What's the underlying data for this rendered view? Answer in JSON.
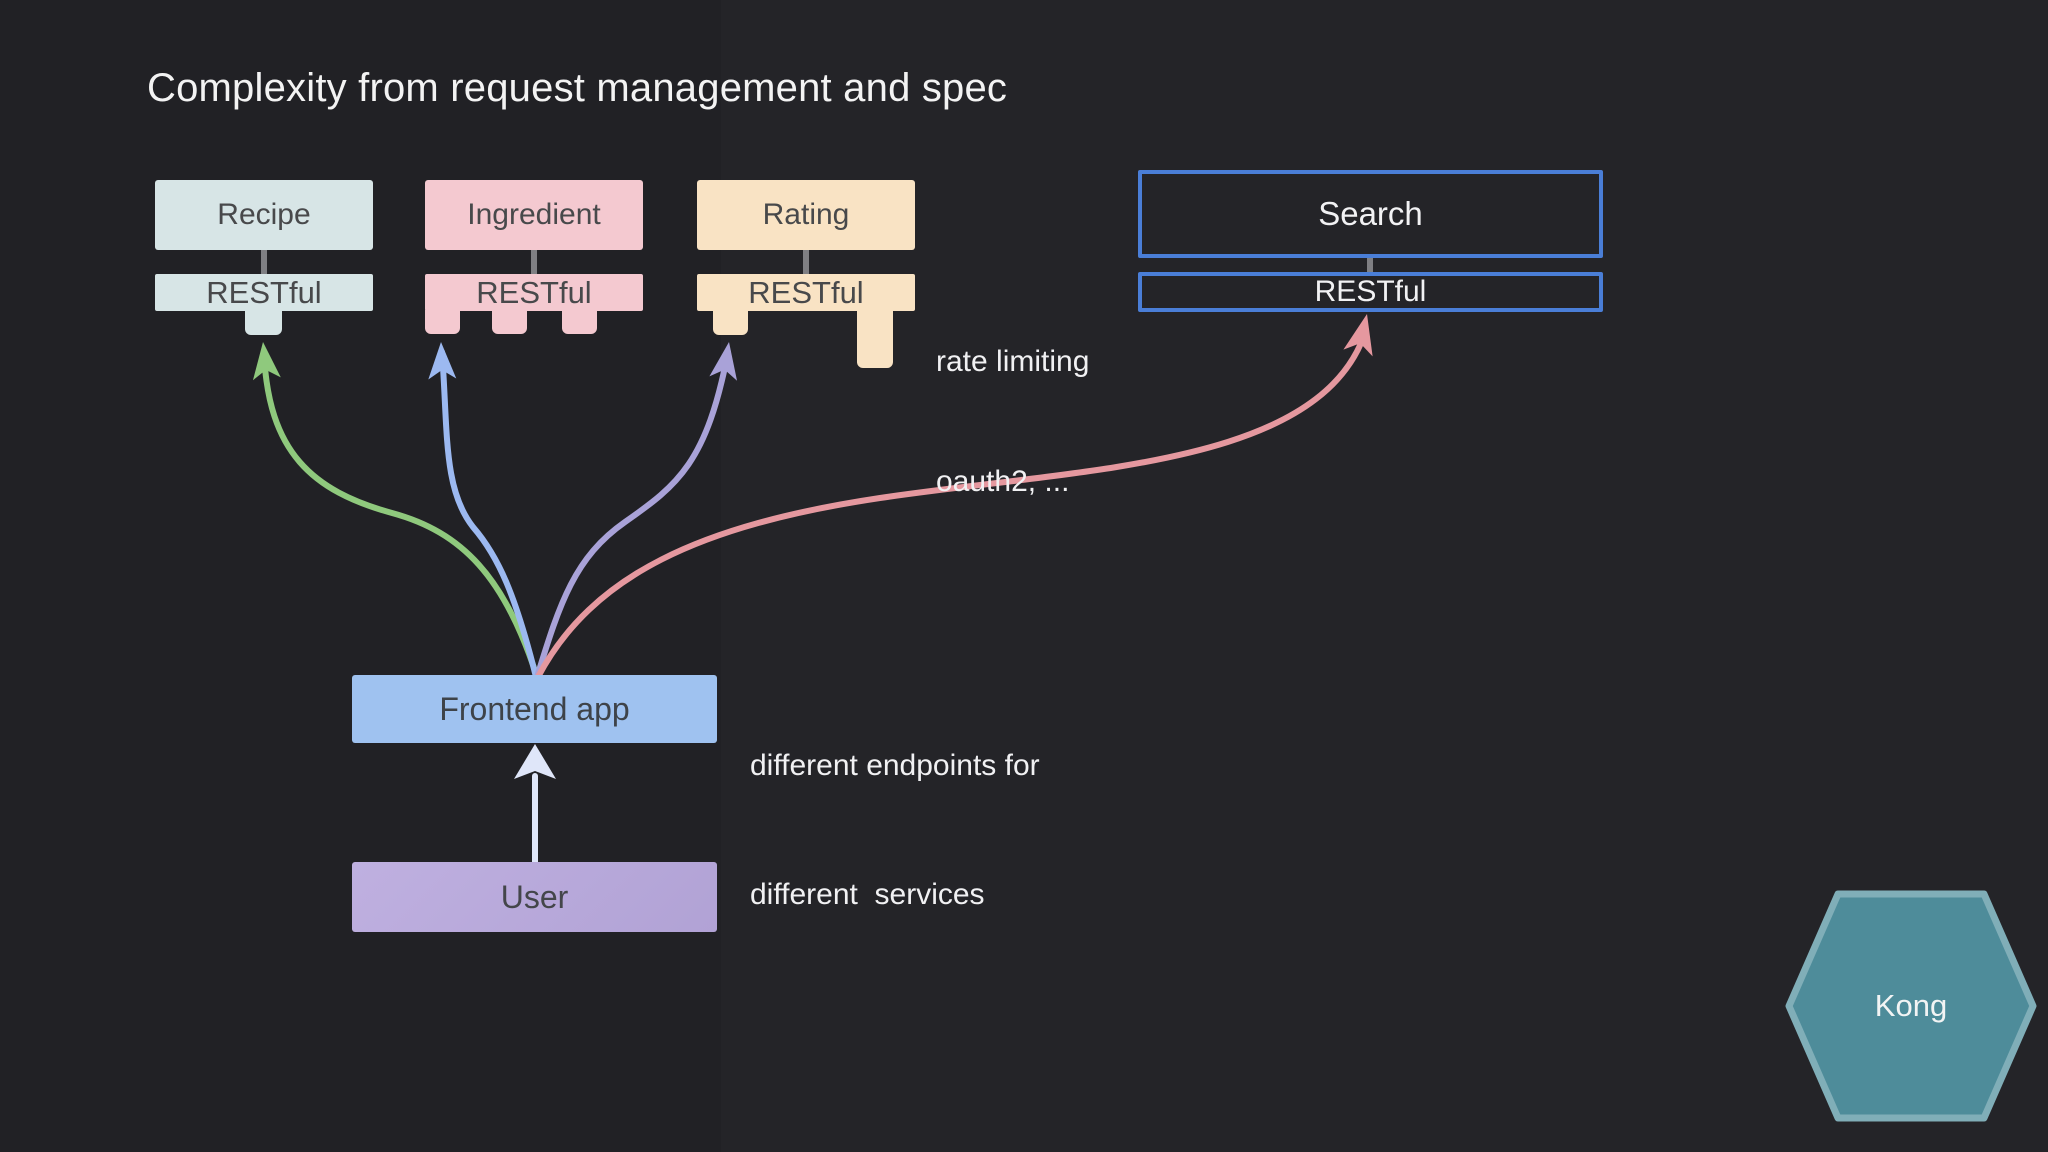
{
  "title": "Complexity from request management and spec",
  "colors": {
    "background": "#212125",
    "recipe_fill": "#d7e5e6",
    "ingredient_fill": "#f4c9d0",
    "rating_fill": "#f9e3c4",
    "search_outline": "#4a7ed7",
    "frontend_fill": "#9fc2f0",
    "user_fill": "#b7a9dc",
    "kong_fill": "#4e8c9a",
    "kong_border": "#80aeb8",
    "arrow_green": "#8fc97d",
    "arrow_blue": "#9cb9f1",
    "arrow_purple": "#a9a2d8",
    "arrow_pink": "#e5989f",
    "arrow_white": "#dfe6f9"
  },
  "diagram": {
    "services": [
      {
        "id": "recipe",
        "label": "Recipe",
        "api_label": "RESTful"
      },
      {
        "id": "ingredient",
        "label": "Ingredient",
        "api_label": "RESTful"
      },
      {
        "id": "rating",
        "label": "Rating",
        "api_label": "RESTful"
      },
      {
        "id": "search",
        "label": "Search",
        "api_label": "RESTful"
      }
    ],
    "frontend": {
      "label": "Frontend app"
    },
    "user": {
      "label": "User"
    },
    "gateway": {
      "label": "Kong"
    },
    "annotations": {
      "rate_limiting": {
        "line1": "rate limiting",
        "line2": "oauth2, ..."
      },
      "endpoints": {
        "line1": "different endpoints for",
        "line2": "different  services"
      }
    },
    "edges": [
      {
        "from": "Frontend app",
        "to": "Recipe RESTful",
        "color": "#8fc97d"
      },
      {
        "from": "Frontend app",
        "to": "Ingredient RESTful",
        "color": "#9cb9f1"
      },
      {
        "from": "Frontend app",
        "to": "Rating RESTful",
        "color": "#a9a2d8"
      },
      {
        "from": "Frontend app",
        "to": "Search RESTful",
        "color": "#e5989f"
      },
      {
        "from": "User",
        "to": "Frontend app",
        "color": "#dfe6f9"
      }
    ]
  }
}
